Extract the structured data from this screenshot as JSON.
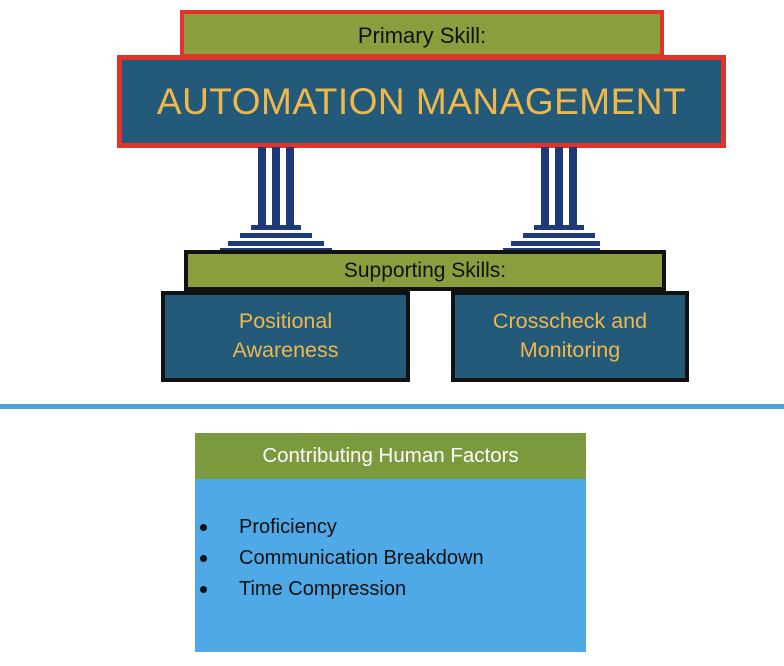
{
  "primary": {
    "label": "Primary Skill:",
    "title": "AUTOMATION MANAGEMENT"
  },
  "supporting": {
    "label": "Supporting Skills:",
    "skills": [
      {
        "line1": "Positional",
        "line2": "Awareness"
      },
      {
        "line1": "Crosscheck and",
        "line2": "Monitoring"
      }
    ]
  },
  "human_factors": {
    "header": "Contributing Human Factors",
    "items": [
      "Proficiency",
      "Communication Breakdown",
      "Time Compression"
    ]
  },
  "colors": {
    "olive": "#8a9e3e",
    "navy": "#235a7a",
    "gold": "#f0b84a",
    "red_border": "#e2332a",
    "sky_blue": "#4ea9e6",
    "divider": "#4aa5dd"
  }
}
